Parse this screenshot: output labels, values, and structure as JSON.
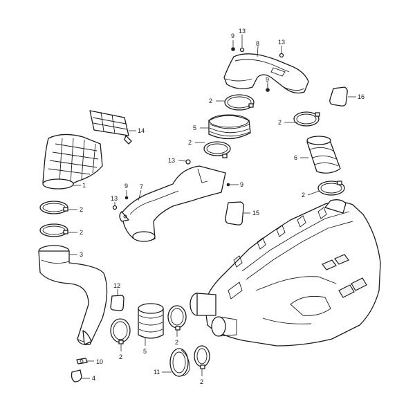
{
  "diagram": {
    "callouts": [
      {
        "id": "c9a",
        "text": "9"
      },
      {
        "id": "c13a",
        "text": "13"
      },
      {
        "id": "c8",
        "text": "8"
      },
      {
        "id": "c13b",
        "text": "13"
      },
      {
        "id": "c9b",
        "text": "9"
      },
      {
        "id": "c16",
        "text": "16"
      },
      {
        "id": "c2a",
        "text": "2"
      },
      {
        "id": "c2b",
        "text": "2"
      },
      {
        "id": "c5a",
        "text": "5"
      },
      {
        "id": "c14",
        "text": "14"
      },
      {
        "id": "c2c",
        "text": "2"
      },
      {
        "id": "c13c",
        "text": "13"
      },
      {
        "id": "c6",
        "text": "6"
      },
      {
        "id": "c1",
        "text": "1"
      },
      {
        "id": "c9c",
        "text": "9"
      },
      {
        "id": "c7",
        "text": "7"
      },
      {
        "id": "c9d",
        "text": "9"
      },
      {
        "id": "c2d",
        "text": "2"
      },
      {
        "id": "c13d",
        "text": "13"
      },
      {
        "id": "c2e",
        "text": "2"
      },
      {
        "id": "c15",
        "text": "15"
      },
      {
        "id": "c2f",
        "text": "2"
      },
      {
        "id": "c3",
        "text": "3"
      },
      {
        "id": "c12",
        "text": "12"
      },
      {
        "id": "c2g",
        "text": "2"
      },
      {
        "id": "c5b",
        "text": "5"
      },
      {
        "id": "c2h",
        "text": "2"
      },
      {
        "id": "c10",
        "text": "10"
      },
      {
        "id": "c11",
        "text": "11"
      },
      {
        "id": "c2i",
        "text": "2"
      },
      {
        "id": "c4",
        "text": "4"
      }
    ]
  }
}
